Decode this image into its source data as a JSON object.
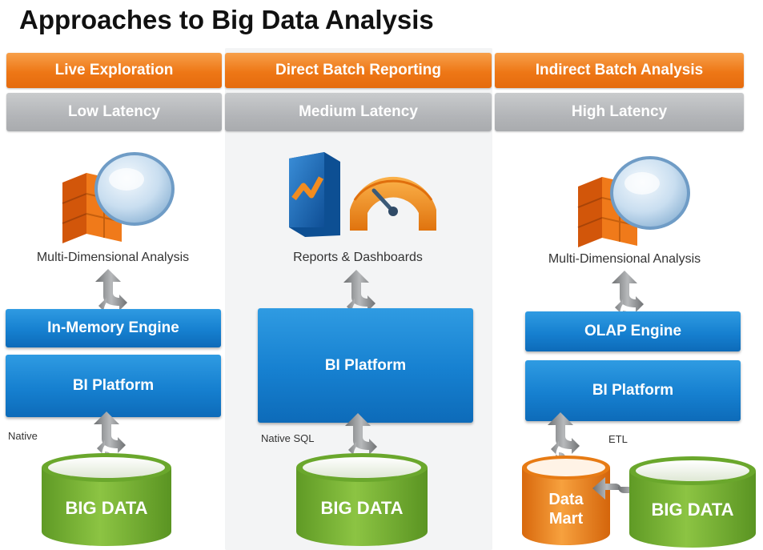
{
  "title": "Approaches to Big Data Analysis",
  "columns": [
    {
      "header": "Live Exploration",
      "latency": "Low Latency",
      "icon": "multi-dimensional-analysis-icon",
      "caption": "Multi-Dimensional Analysis",
      "boxes": [
        "In-Memory Engine",
        "BI Platform"
      ],
      "connector_label": "Native",
      "storage": [
        "BIG DATA"
      ]
    },
    {
      "header": "Direct Batch Reporting",
      "latency": "Medium Latency",
      "icon": "reports-dashboards-icon",
      "caption": "Reports & Dashboards",
      "boxes": [
        "BI Platform"
      ],
      "connector_label": "Native SQL",
      "storage": [
        "BIG DATA"
      ]
    },
    {
      "header": "Indirect Batch Analysis",
      "latency": "High Latency",
      "icon": "multi-dimensional-analysis-icon",
      "caption": "Multi-Dimensional Analysis",
      "boxes": [
        "OLAP Engine",
        "BI Platform"
      ],
      "connector_label": "ETL",
      "storage": [
        "Data Mart",
        "BIG DATA"
      ]
    }
  ],
  "colors": {
    "header_orange": "#ee7716",
    "latency_gray": "#b3b5b8",
    "box_blue": "#1680d0",
    "cylinder_green": "#7ab83a",
    "cylinder_orange": "#f08a1f"
  }
}
